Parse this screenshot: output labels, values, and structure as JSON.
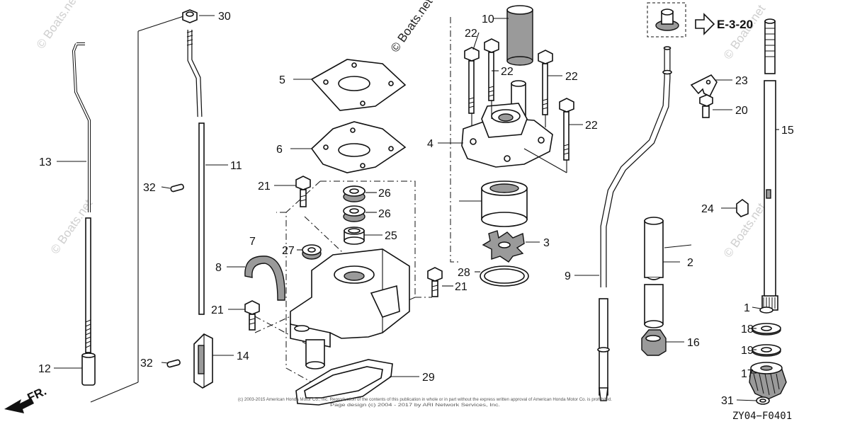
{
  "diagram": {
    "figure_code": "ZY04−F0401",
    "ref_page": "E-3-20",
    "front_marker": "FR.",
    "watermark": "© Boats.net",
    "copyright_line1": "(c) 2003-2015 American Honda Motor Co., Inc. Reproduction of the contents of this publication in whole or in part without the express written approval of American Honda Motor Co. is prohibited.",
    "copyright_line2": "Page design (c) 2004 - 2017 by ARI Network Services, Inc.",
    "callouts": {
      "c1": "1",
      "c2": "2",
      "c3": "3",
      "c4": "4",
      "c5": "5",
      "c6": "6",
      "c7": "7",
      "c8": "8",
      "c9": "9",
      "c10": "10",
      "c11": "11",
      "c12": "12",
      "c13": "13",
      "c14": "14",
      "c15": "15",
      "c16": "16",
      "c17": "17",
      "c18": "18",
      "c19": "19",
      "c20": "20",
      "c21": "21",
      "c22": "22",
      "c23": "23",
      "c24": "24",
      "c25": "25",
      "c26": "26",
      "c27": "27",
      "c28": "28",
      "c29": "29",
      "c30": "30",
      "c31": "31",
      "c32": "32"
    }
  }
}
